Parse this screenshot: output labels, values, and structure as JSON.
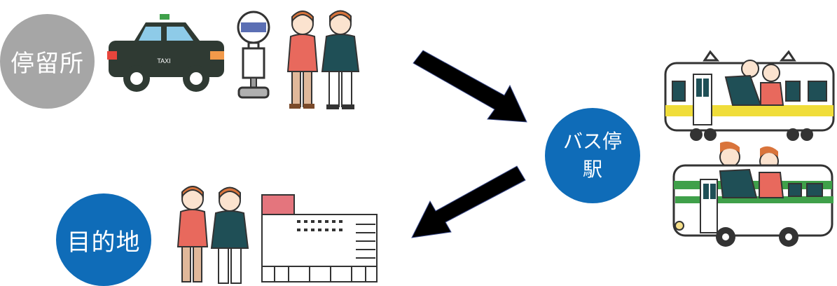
{
  "labels": {
    "stop": "停留所",
    "bus_station_line1": "バス停",
    "bus_station_line2": "駅",
    "destination": "目的地"
  },
  "taxi": {
    "sign": "TAXI"
  },
  "colors": {
    "stop_circle": "#a6a6a6",
    "blue_circle": "#0f6cb8",
    "arrow": "#000000",
    "taxi_body": "#2f3a33",
    "person_a_shirt": "#e8695d",
    "person_b_shirt": "#1f4f56",
    "train_stripe": "#f0dd3a",
    "bus_stripe": "#3fa04a",
    "building_sign": "#e4757d"
  },
  "icons": [
    "taxi-icon",
    "bus-stop-sign-icon",
    "people-icon",
    "train-icon",
    "bus-icon",
    "building-icon",
    "arrow-icon"
  ]
}
